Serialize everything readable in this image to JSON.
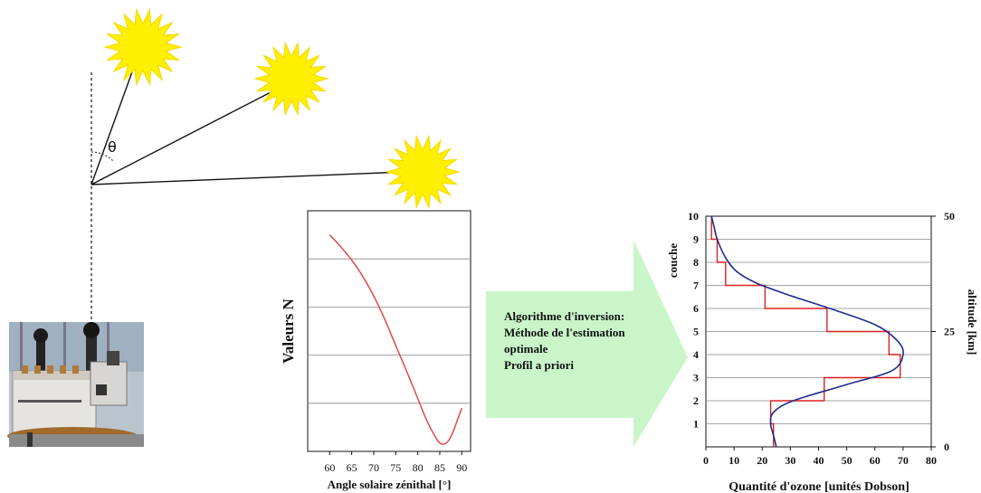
{
  "diagram": {
    "theta_symbol": "θ",
    "arrow_text": [
      "Algorithme d'inversion:",
      "Méthode de l'estimation",
      "optimale",
      "Profil a priori"
    ]
  },
  "chart_data": [
    {
      "type": "line",
      "xlabel": "Angle solaire zénithal [°]",
      "ylabel": "Valeurs N",
      "xlim": [
        55,
        92
      ],
      "xticks": [
        "60",
        "65",
        "70",
        "75",
        "80",
        "85",
        "90"
      ],
      "grid": "horizontal",
      "series": [
        {
          "color": "#e04040",
          "x": [
            60,
            63,
            66,
            69,
            72,
            75,
            78,
            80,
            82,
            84,
            85,
            86,
            87,
            88,
            89,
            90
          ],
          "y": [
            0.9,
            0.84,
            0.77,
            0.68,
            0.57,
            0.44,
            0.31,
            0.22,
            0.13,
            0.06,
            0.035,
            0.03,
            0.045,
            0.08,
            0.13,
            0.18
          ]
        }
      ]
    },
    {
      "type": "line",
      "xlabel": "Quantité d'ozone [unités Dobson]",
      "ylabel": "couche",
      "ylabel_right": "altitude [km]",
      "xlim": [
        0,
        80
      ],
      "ylim": [
        0,
        10
      ],
      "xticks": [
        "0",
        "10",
        "20",
        "30",
        "40",
        "50",
        "60",
        "70",
        "80"
      ],
      "yticks": [
        "1",
        "2",
        "3",
        "4",
        "5",
        "6",
        "7",
        "8",
        "9",
        "10"
      ],
      "yticks_right": [
        "0",
        "25",
        "50"
      ],
      "grid": "horizontal",
      "series": [
        {
          "type": "step",
          "color": "#e02020",
          "x": [
            24,
            23,
            42,
            69,
            65,
            43,
            21,
            7,
            4,
            2
          ],
          "layers": [
            0,
            1,
            2,
            3,
            4,
            5,
            6,
            7,
            8,
            9
          ]
        },
        {
          "type": "smooth",
          "color": "#1c2c8c",
          "x": [
            25,
            24,
            23,
            24,
            31,
            50,
            66,
            70,
            68,
            60,
            44,
            29,
            18,
            11,
            7,
            4,
            3,
            2
          ],
          "y": [
            0,
            0.5,
            1,
            1.5,
            2,
            2.7,
            3.3,
            4,
            4.6,
            5.3,
            6,
            6.6,
            7.1,
            7.6,
            8.2,
            9,
            9.5,
            10
          ]
        }
      ]
    }
  ]
}
